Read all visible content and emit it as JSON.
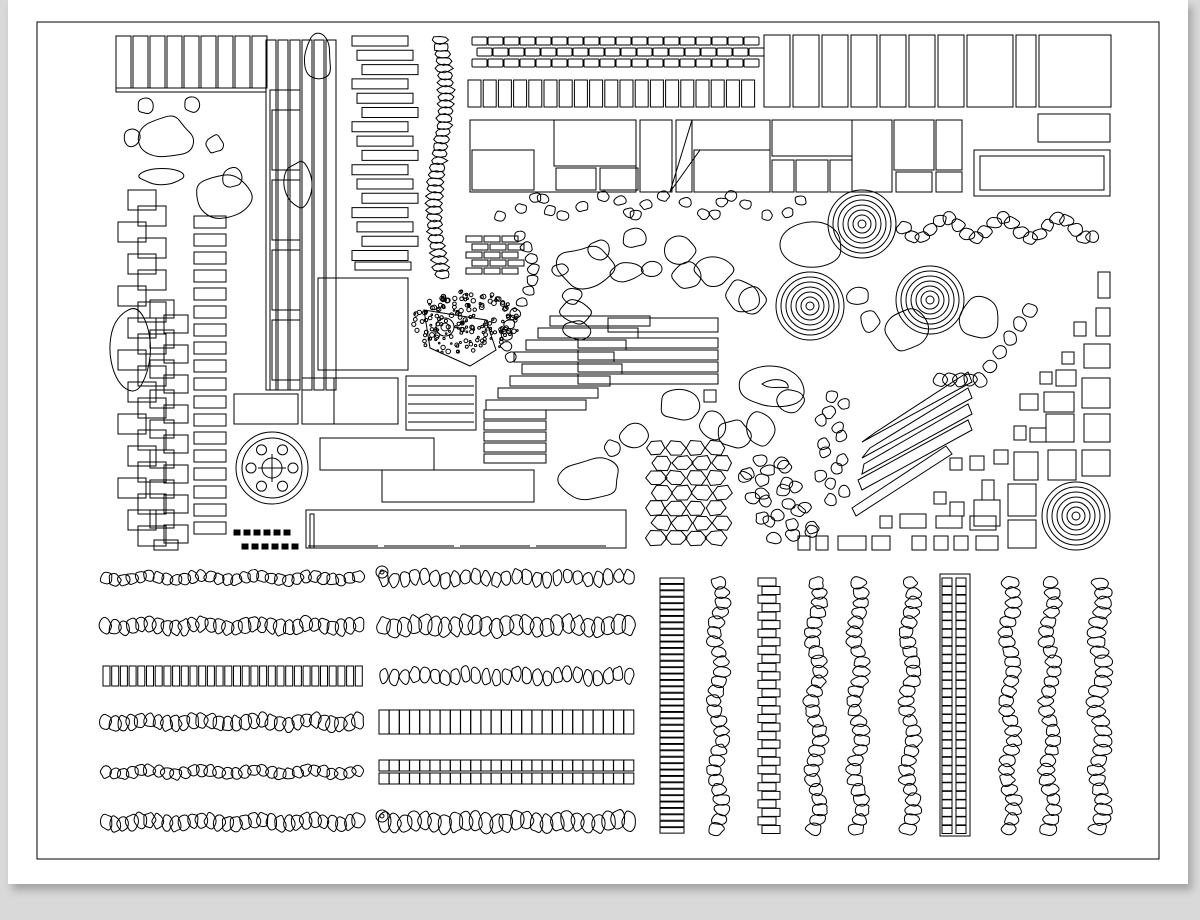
{
  "title": "",
  "colors": {
    "background": "#d9d9d9",
    "paper": "#ffffff",
    "line": "#000000"
  },
  "elements": [
    "border-frame",
    "timber-deck-planks",
    "timber-deck-edge",
    "plank-steps",
    "brick-paving-bands",
    "stepping-stones-strip",
    "rectangular-paving-blocks",
    "garden-boulders",
    "feature-rock-sculpture",
    "concentric-ring-stones",
    "stone-step-flights",
    "round-ornamental-medallion",
    "pebble-paths-horizontal",
    "stepping-stone-paths-vertical",
    "crazy-paving-cluster",
    "pond-stone",
    "gravel-bed"
  ]
}
